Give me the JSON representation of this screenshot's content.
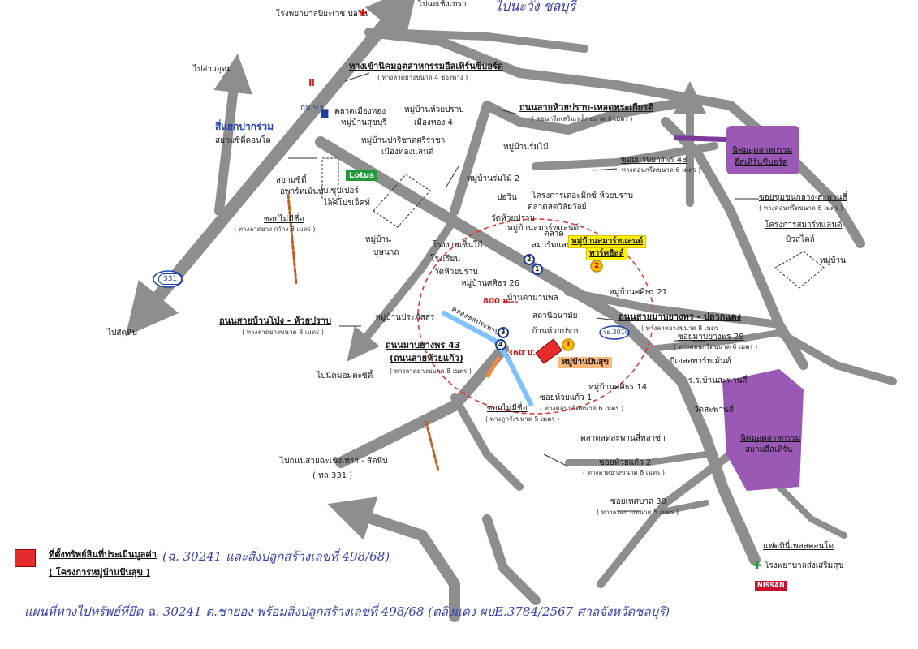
{
  "labels": {
    "hospital_top": "โรงพยาบาลปิยะเวช ปอวิน",
    "top_right_road": "ไปฉะเชิงเทรา",
    "to_ao_udom": "ไปอ่าวอุดม",
    "industrial_entrance": "ทางเข้านิคมอุตสาหกรรมอีสเทิร์นซีบอร์ด",
    "industrial_entrance_sub": "( ทางลาดยางขนาด 4 ช่องทาง )",
    "km93": "กม.93",
    "market_mueang_thong": "ตลาดเมืองทอง",
    "village_suksan": "หมู่บ้านสุขบุรี",
    "village_huai_prap": "หมู่บ้านห้วยปราบ",
    "mueang_thong4": "เมืองทอง 4",
    "road_huai_prap_thet": "ถนนสายห้วยปราบ-เทอดพระเกียรติ",
    "road_huai_prap_thet_sub": "( คอนกรีตเสริมเหล็กขนาด 6 เมตร )",
    "junction": "สี่แยกปากร่วม",
    "siam_city": "สยามซิตี้คอนโด",
    "village_parichat": "หมู่บ้านปาริชาตศรีราชา",
    "mueang_thong_land": "เมืองทองแลนด์",
    "village_rom_mai": "หมู่บ้านร่มไม้",
    "soi48": "ซอยมาบยางพร 48",
    "soi48_sub": "( ทางคอนกรีตขนาด 6 เมตร )",
    "siam_city_apt": "สยามซิตี้",
    "apartment": "อพาร์ทเม้นท์",
    "supermarket": "บ.ซุปเปอร์",
    "lace_project": "เลคโปรเจ็คท์",
    "lotus": "Lotus",
    "village_rom_mai2": "หมู่บ้านร่มไม้ 2",
    "pawin": "ปอวิน",
    "project_mix": "โครงการเดอะมิกซ์ ห้วยปราบ",
    "market_sawat": "ตลาดสดวิลัยวัลย์",
    "soi_no_name_left": "ซอยไม่มีชื่อ",
    "soi_no_name_left_sub": "( ทางลาดยาง กว้าง 8 เมตร )",
    "village_bu_sanao": "หมู่บ้าน",
    "bu_sanao": "บุษนาถ",
    "wat_huai_prap_top": "วัดห้วยปราบ",
    "village_smart_land": "หมู่บ้านสมาร์ทแลนด์",
    "market": "ตลาด",
    "smart_land": "สมาร์ทแลนด์",
    "factory": "โรงงานเซ็นโก้",
    "village_smart_land_park": "หมู่บ้านสมาร์ทแลนด์",
    "park_hill": "พาร์คฮิลล์",
    "school": "โรงเรียน",
    "wat_huai_prap": "วัดห้วยปราบ",
    "village_sin26": "หมู่บ้านศศิธร 26",
    "village_sin21": "หมู่บ้านศศิธร 21",
    "road_ban_pong": "ถนนสายบ้านโป่ง - ห้วยปราบ",
    "road_ban_pong_sub": "( ทางลาดยางขนาด 8 เมตร )",
    "village_prasit": "หมู่บ้านประภัสสร",
    "village_nong_pol": "บ้านตามานพล",
    "health_station": "สถานีอนามัย",
    "road_map_pong_phak": "ถนนสายมาบยางพร - ปลวกแดง",
    "road_map_pong_phak_sub": "( ทางลาดยางขนาด 8 เมตร )",
    "road_3010": "รย.3010",
    "khlong": "คลองชลประทาน",
    "distance_800": "800 ม.",
    "village_huai_prap2": "บ้านห้วยปราบ",
    "road_map_yang_43": "ถนนมาบยางพร 43",
    "road_huai_kaew": "(ถนนสายห้วยแก้ว)",
    "road_huai_kaew_sub": "( ทางลาดยางขนาด 8 เมตร )",
    "distance_360": "360 ม.",
    "village_panfan": "หมู่บ้านปันสุข",
    "soi28": "ซอยมาบยางพร 28",
    "soi28_sub": "( ทางคอนกรีตขนาด 6 เมตร )",
    "apartment_es": "บีเอสอพาร์ทเม้นท์",
    "to_nikhom": "ไปนิคมอมตะซิตี้",
    "soi_huai_kaew1": "ซอยห้วยแก้ว 1",
    "soi_huai_kaew1_sub": "( ทางคอนกรีตขนาด 6 เมตร )",
    "village_sin14": "หมู่บ้านศศิธร 14",
    "school_ban_saphan": "ร.ร.บ้านสะพานสี่",
    "wat_saphan": "วัดสะพานสี่",
    "soi_no_name2": "ซอยไม่มีชื่อ",
    "soi_no_name2_sub": "( ทางลูกรังขนาด 5 เมตร )",
    "market_saphan": "ตลาดสดสะพานสี่พลาซ่า",
    "industrial_siam": "นิคมอุตสาหกรรม",
    "industrial_siam2": "สยามอีสเทิร์น",
    "to_road_331": "ไปถนนสายฉะเชิงเทรา - สัตหีบ",
    "road_331_paren": "( ทล.331 )",
    "soi_huai_kaew2": "ซอยห้วยแก้ว 2",
    "soi_huai_kaew2_sub": "( ทางลาดยางขนาด 8 เมตร )",
    "soi_thet30": "ซอยเทศบาล 30",
    "soi_thet30_sub": "( ทางลาดยางขนาด 5 เมตร )",
    "to_sattahip": "ไปสัตหีบ",
    "route331": "331",
    "industrial_eastern": "นิคมอุตสาหกรรม",
    "industrial_eastern2": "อีสเทิร์นซีบอร์ด",
    "soi_chumchon": "ซอยชุมชนกลาง-สะพานสี่",
    "soi_chumchon_sub": "( ทางคอนกรีตขนาด 6 เมตร )",
    "smart_land_project": "โครงการสมาร์ทแลนด์",
    "bis_style": "บิวสไตล์",
    "village_right": "หมู่บ้าน",
    "condo_saphan": "แฟตทินี่เพลสคอนโด",
    "hospital_bottom": "โรงพยาบาลส่งเสริมสุข",
    "nissan": "NISSAN",
    "num1": "1",
    "num2": "2",
    "num3": "3",
    "num4": "4"
  },
  "legend": {
    "title": "ที่ตั้งทรัพย์สินที่ประเมินมูลค่า",
    "subtitle": "( โครงการหมู่บ้านปันสุข )",
    "color": "#e52b2b"
  },
  "handwriting": {
    "note_legend": "(ฉ. 30241 และสิ่งปลูกสร้างเลขที่ 498/68)",
    "note_bottom": "แผนที่ทางไปทรัพย์ที่ยึด ฉ. 30241 ต.ชายอง พร้อมสิ่งปลูกสร้างเลขที่ 498/68 (ตลิ่งแดง ผบE.3784/2567 ศาลจังหวัดชลบุรี)",
    "note_top": "ไปนะวัง ชลบุรี"
  },
  "colors": {
    "road": "#8e8e8e",
    "highlight": "#fff200",
    "site": "#e52b2b",
    "industrial": "#9b59b6",
    "radius_circle": "#e03030"
  }
}
